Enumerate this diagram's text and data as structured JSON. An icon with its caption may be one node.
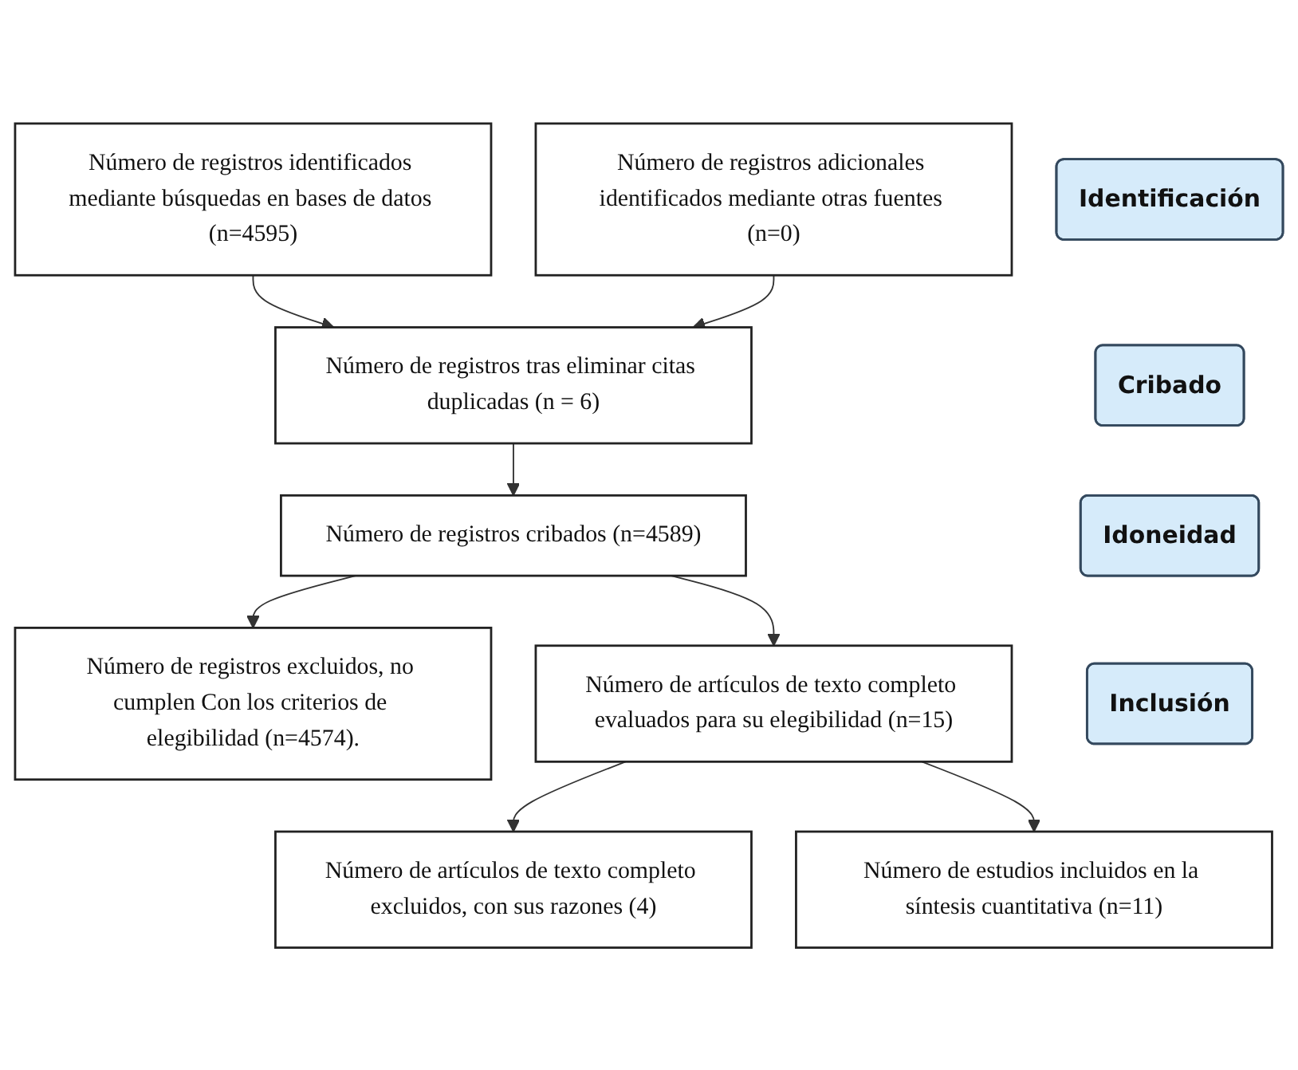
{
  "diagram": {
    "nodes": [
      {
        "text": [
          "Identificación"
        ]
      },
      {
        "text": [
          "Número de registros identificados mediante búsquedas en bases de datos (n=4595)"
        ]
      },
      {
        "text": [
          "Número de registros adicionales identificados mediante otras fuentes (n=0)"
        ]
      },
      {
        "text": [
          "Número de registros tras eliminar citas duplicadas (n = 6)"
        ]
      },
      {
        "text": [
          "Cribado"
        ]
      },
      {
        "text": [
          "Número de registros cribados (n=4589)"
        ]
      },
      {
        "text": [
          "Número de registros excluidos, no cumplen Con los criterios de elegibilidad (n=4574)."
        ]
      },
      {
        "text": [
          "Idoneidad"
        ]
      },
      {
        "text": [
          "Número de artículos de texto completo evaluados para su elegibilidad (n=15)"
        ]
      },
      {
        "text": [
          "Número de artículos de texto completo excluidos, con sus razones (4)"
        ]
      },
      {
        "text": [
          "Inclusión"
        ]
      },
      {
        "text": [
          "Número de estudios incluidos en la síntesis cuantitativa (n=11)"
        ]
      }
    ],
    "edges": [
      {
        "from": 1,
        "to": 3,
        "arrow": "to"
      },
      {
        "from": 2,
        "to": 3,
        "arrow": "to"
      },
      {
        "from": 3,
        "to": 5,
        "arrow": "to"
      },
      {
        "from": 5,
        "to": 6,
        "arrow": "to"
      },
      {
        "from": 5,
        "to": 8,
        "arrow": "to"
      },
      {
        "from": 8,
        "to": 9,
        "arrow": "to"
      },
      {
        "from": 8,
        "to": 11,
        "arrow": "to"
      }
    ]
  }
}
